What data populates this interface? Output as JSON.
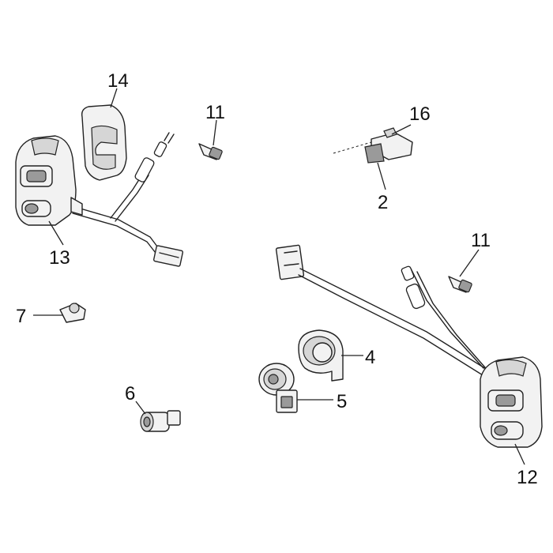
{
  "callouts": {
    "c14": "14",
    "c11a": "11",
    "c13": "13",
    "c7": "7",
    "c6": "6",
    "c16": "16",
    "c2": "2",
    "c11b": "11",
    "c4": "4",
    "c5": "5",
    "c12": "12"
  }
}
